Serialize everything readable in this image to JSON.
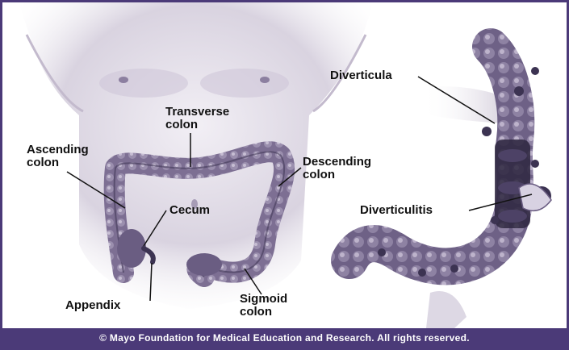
{
  "labels": {
    "transverse": [
      "Transverse",
      "colon"
    ],
    "ascending": [
      "Ascending",
      "colon"
    ],
    "descending": [
      "Descending",
      "colon"
    ],
    "cecum": "Cecum",
    "appendix": "Appendix",
    "sigmoid": [
      "Sigmoid",
      "colon"
    ],
    "diverticula": "Diverticula",
    "diverticulitis": "Diverticulitis"
  },
  "footer": "© Mayo Foundation for Medical Education and Research.  All rights reserved.",
  "colors": {
    "frame": "#4b3a78",
    "colon_fill": "#7d6f93",
    "colon_dark": "#3c3352",
    "skin": "#dcd6e2"
  }
}
